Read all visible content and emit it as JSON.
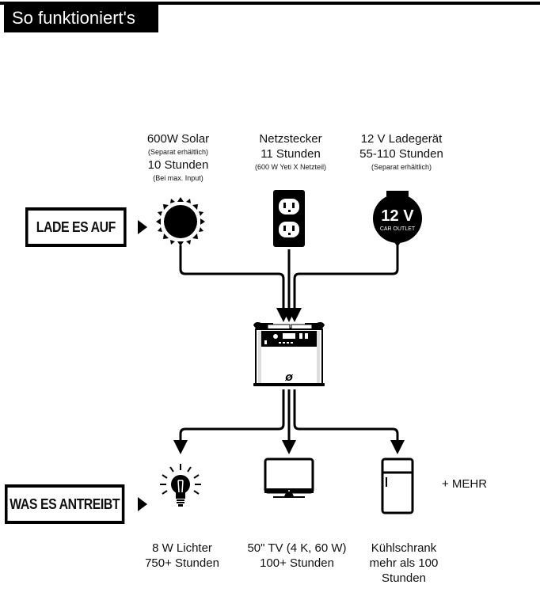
{
  "header": {
    "title": "So funktioniert's"
  },
  "labels": {
    "charge": "LADE ES AUF",
    "powers": "WAS ES ANTREIBT"
  },
  "inputs": [
    {
      "icon": "sun-icon",
      "title": "600W Solar",
      "note1": "(Separat erhältlich)",
      "duration": "10 Stunden",
      "note2": "(Bei max. Input)"
    },
    {
      "icon": "wall-outlet-icon",
      "title": "Netzstecker",
      "duration": "11 Stunden",
      "note1": "(600 W Yeti X Netzteil)"
    },
    {
      "icon": "car-outlet-icon",
      "title": "12 V Ladegerät",
      "duration": "55-110 Stunden",
      "note1": "(Separat erhältlich)",
      "icon_text_main": "12 V",
      "icon_text_sub": "CAR OUTLET"
    }
  ],
  "device": {
    "icon": "power-station-icon",
    "logo": "Ø"
  },
  "outputs": [
    {
      "icon": "light-bulb-icon",
      "line1": "8 W Lichter",
      "line2": "750+ Stunden"
    },
    {
      "icon": "tv-icon",
      "line1": "50\" TV (4 K, 60 W)",
      "line2": "100+ Stunden"
    },
    {
      "icon": "fridge-icon",
      "line1": "Kühlschrank",
      "line2": "mehr als 100",
      "line3": "Stunden"
    }
  ],
  "more": "+ MEHR"
}
